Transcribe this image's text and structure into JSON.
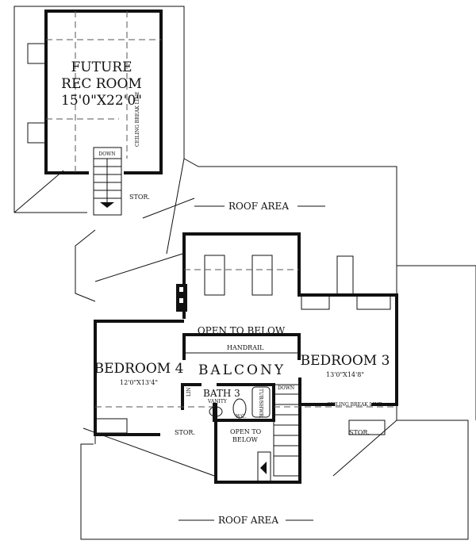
{
  "rooms": {
    "future_rec_room": {
      "name1": "FUTURE",
      "name2": "REC ROOM",
      "size": "15'0\"X22'0\""
    },
    "bedroom4": {
      "name": "BEDROOM 4",
      "size": "12'0\"X13'4\""
    },
    "bedroom3": {
      "name": "BEDROOM 3",
      "size": "13'0\"X14'8\""
    },
    "bath3": {
      "name": "BATH 3",
      "vanity": "VANITY",
      "wc": "W.C.",
      "tub": "TUB/SHWR.",
      "lin": "LIN"
    },
    "balcony": "BALCONY",
    "open_to_below_main": "OPEN TO BELOW",
    "handrail": "HANDRAIL",
    "open_to_below_small1": "OPEN TO",
    "open_to_below_small2": "BELOW"
  },
  "labels": {
    "roof_area_top": "ROOF AREA",
    "roof_area_bottom": "ROOF AREA",
    "stor_top": "STOR.",
    "stor_left": "STOR.",
    "stor_right": "STOR.",
    "down_top": "DOWN",
    "down_main": "DOWN",
    "ceiling_break_vertical": "CEILING BREAK LINE",
    "ceiling_break_horizontal": "CEILING BREAK LINE"
  }
}
